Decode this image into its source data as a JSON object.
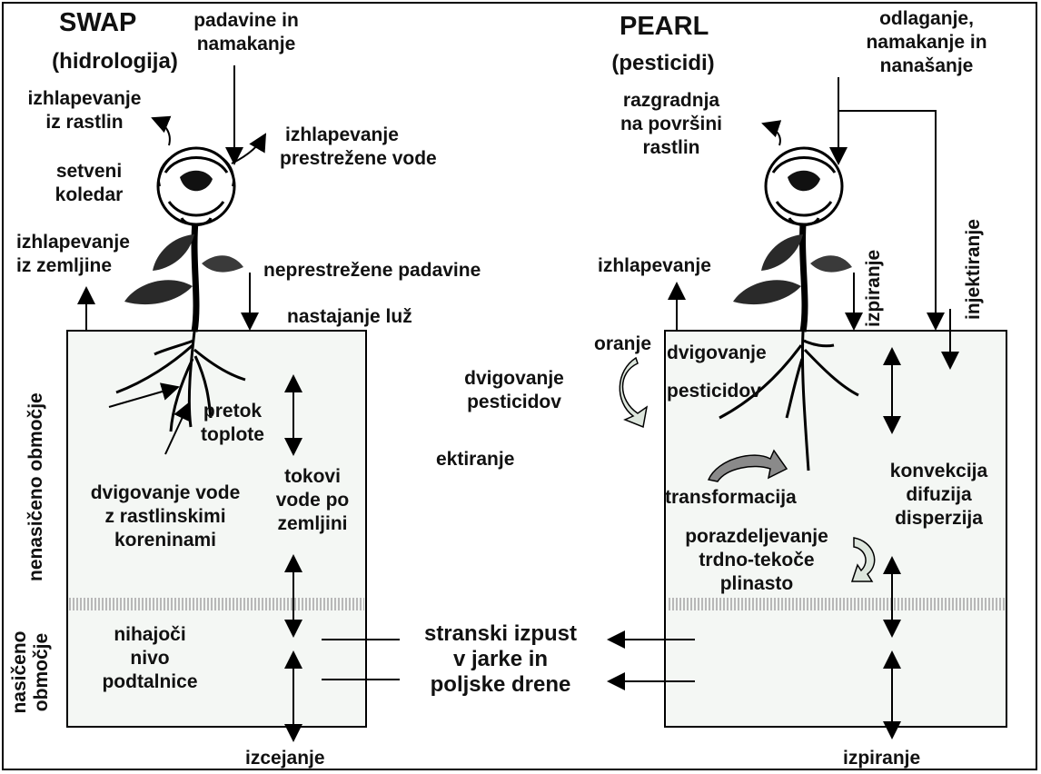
{
  "left": {
    "title": "SWAP",
    "subtitle": "(hidrologija)",
    "precip": [
      "padavine in",
      "namakanje"
    ],
    "transp": [
      "izhlapevanje",
      "iz rastlin"
    ],
    "interc": [
      "izhlapevanje",
      "prestrežene vode"
    ],
    "calendar": [
      "setveni",
      "koledar"
    ],
    "soil_evap": [
      "izhlapevanje",
      "iz zemljine"
    ],
    "net_precip": "neprestrežene padavine",
    "ponding": "nastajanje luž",
    "heat": [
      "pretok",
      "toplote"
    ],
    "uptake": [
      "dvigovanje vode",
      "z rastlinskimi",
      "koreninami"
    ],
    "flow": [
      "tokovi",
      "vode po",
      "zemljini"
    ],
    "gw": [
      "nihajoči",
      "nivo",
      "podtalnice"
    ],
    "unsat": "nenasičeno območje",
    "sat": [
      "nasičeno",
      "območje"
    ],
    "bottom": "izcejanje"
  },
  "center": {
    "drain": [
      "stranski izpust",
      "v jarke in",
      "poljske drene"
    ],
    "tillage": "oranje",
    "volat": [
      "dvigovanje",
      "pesticidov"
    ],
    "extr": "ektiranje"
  },
  "right": {
    "title": "PEARL",
    "subtitle": "(pesticidi)",
    "deposit": [
      "odlaganje,",
      "namakanje in",
      "nanašanje"
    ],
    "degr": [
      "razgradnja",
      "na površini",
      "rastlin"
    ],
    "evap": "izhlapevanje",
    "washoff": "izpiranje",
    "inject": "injektiranje",
    "uptake": [
      "dvigovanje",
      "pesticidov"
    ],
    "transform": "transformacija",
    "conv": [
      "konvekcija",
      "difuzija",
      "disperzija"
    ],
    "sorp": [
      "porazdeljevanje",
      "trdno-tekoče",
      "plinasto"
    ],
    "bottom": "izpiranje"
  },
  "colors": {
    "line": "#000000",
    "soil": "#f4f7f4",
    "watertable": "#b8b8b8",
    "arrow_fill": "#dde6dd"
  }
}
